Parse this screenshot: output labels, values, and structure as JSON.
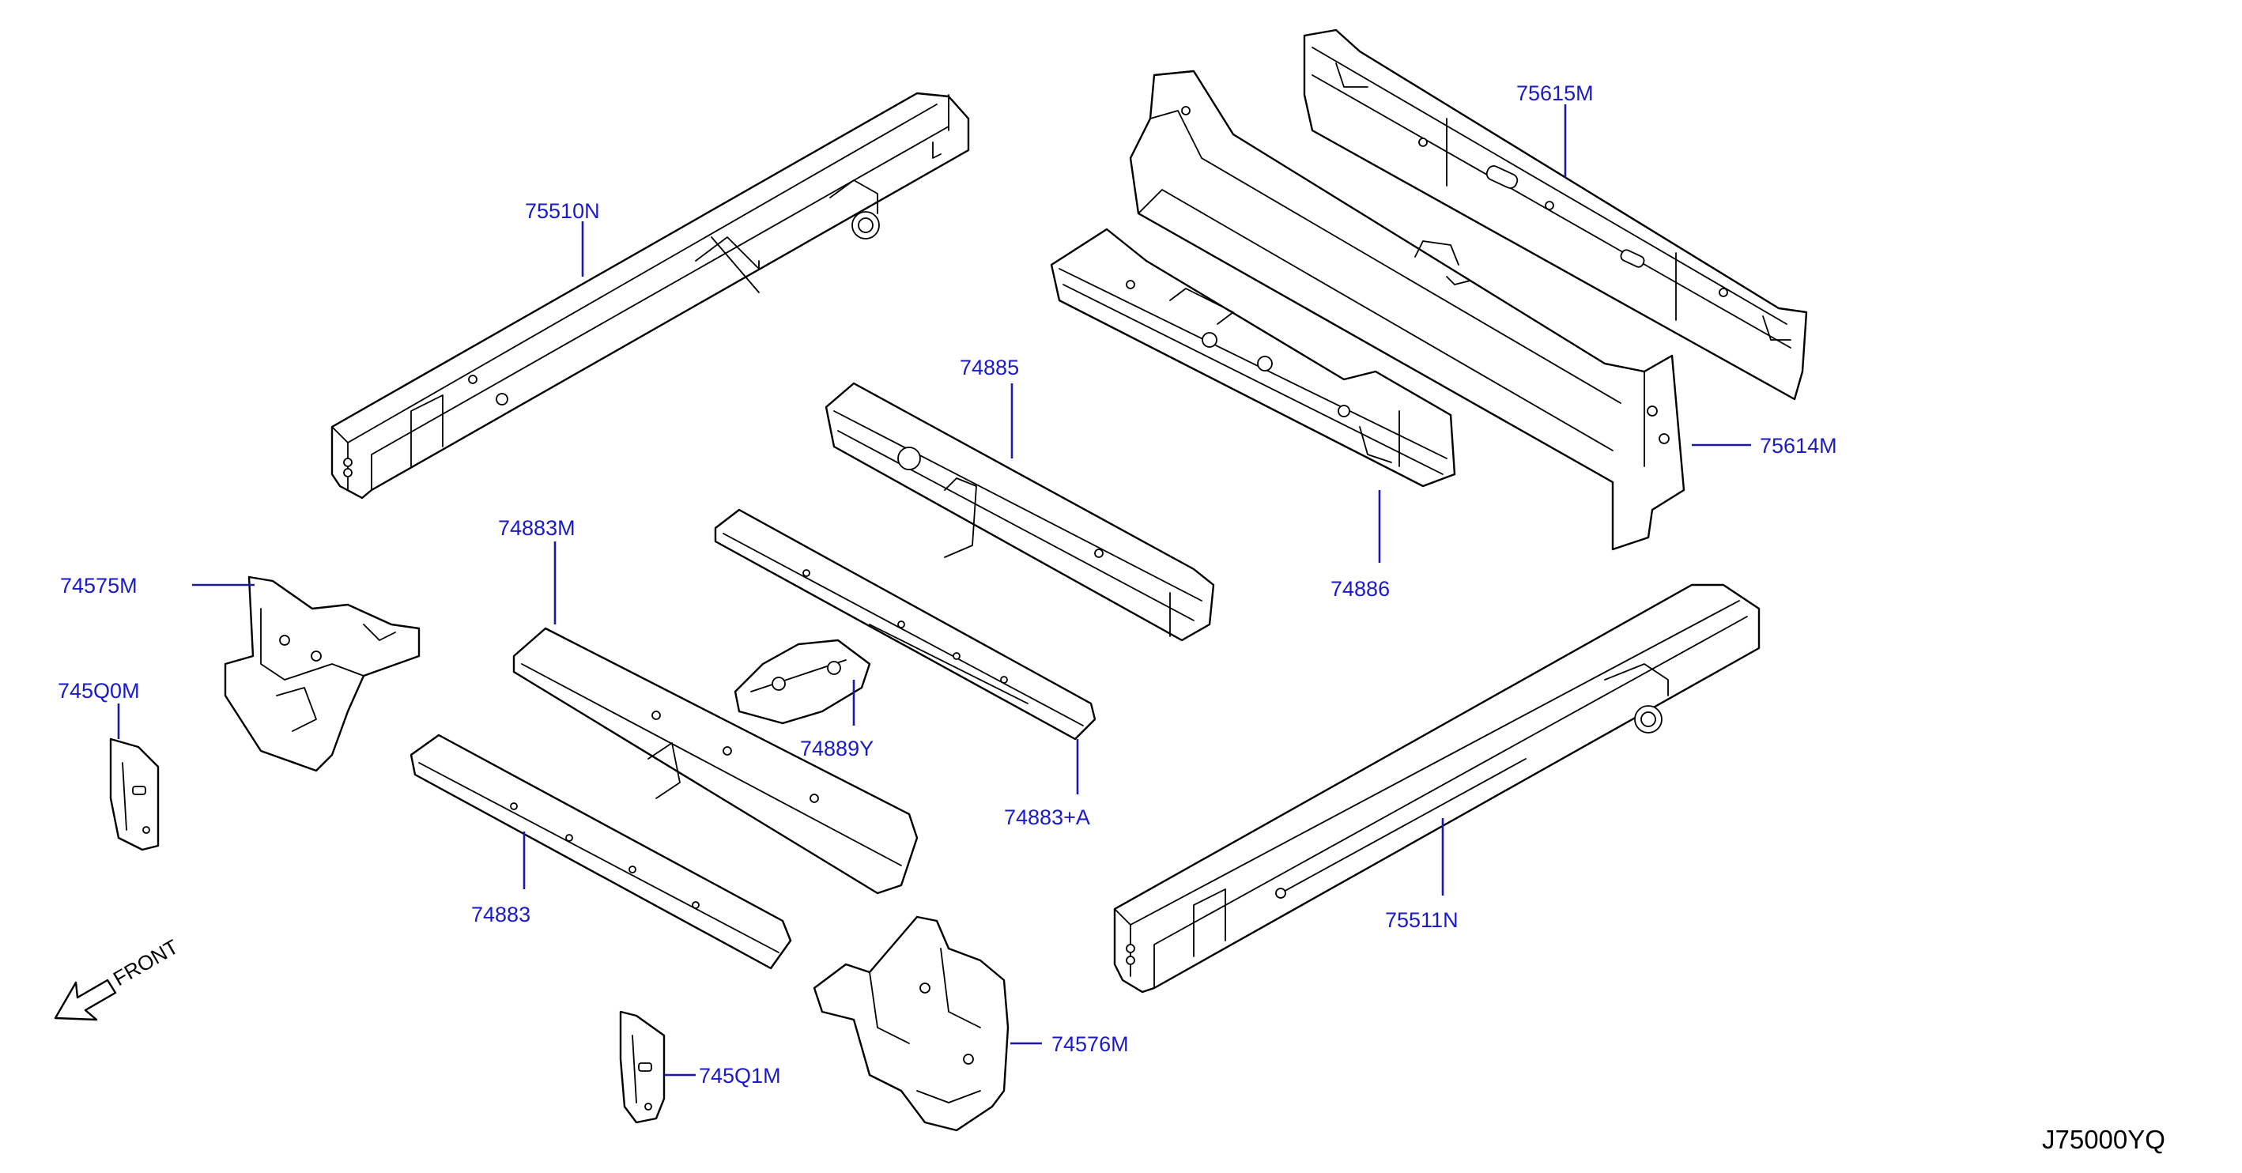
{
  "diagram": {
    "callouts": [
      {
        "id": "75510N",
        "label": "75510N"
      },
      {
        "id": "75615M",
        "label": "75615M"
      },
      {
        "id": "74885",
        "label": "74885"
      },
      {
        "id": "75614M",
        "label": "75614M"
      },
      {
        "id": "74886",
        "label": "74886"
      },
      {
        "id": "74883M",
        "label": "74883M"
      },
      {
        "id": "74575M",
        "label": "74575M"
      },
      {
        "id": "745Q0M",
        "label": "745Q0M"
      },
      {
        "id": "74889Y",
        "label": "74889Y"
      },
      {
        "id": "74883A",
        "label": "74883+A"
      },
      {
        "id": "74883",
        "label": "74883"
      },
      {
        "id": "75511N",
        "label": "75511N"
      },
      {
        "id": "74576M",
        "label": "74576M"
      },
      {
        "id": "745Q1M",
        "label": "745Q1M"
      }
    ],
    "front_label": "FRONT",
    "reference_code": "J75000YQ",
    "colors": {
      "callout_text": "#1a1ac8",
      "leader_line": "#1a1aa6",
      "linework": "#000000",
      "background": "#ffffff"
    }
  }
}
